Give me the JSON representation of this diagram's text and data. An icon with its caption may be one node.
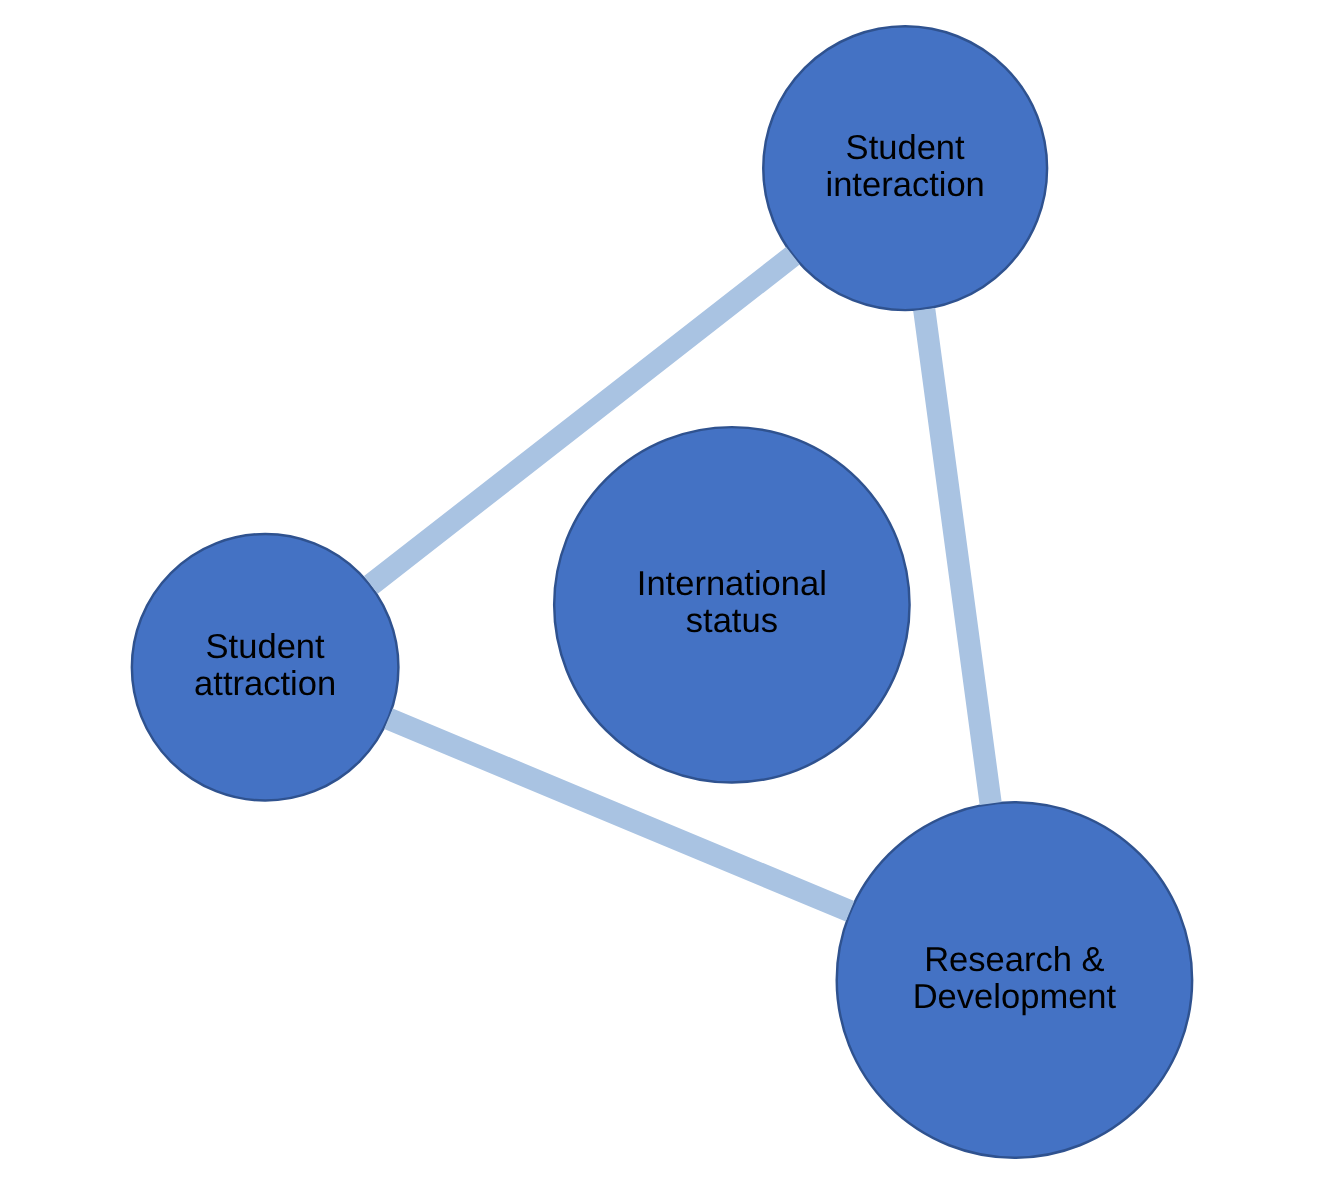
{
  "diagram": {
    "nodes": [
      {
        "text": [
          "Student attraction"
        ]
      },
      {
        "text": [
          "International status"
        ]
      },
      {
        "text": [
          "Research & Development"
        ]
      },
      {
        "text": [
          "Student interaction"
        ]
      }
    ],
    "edges": [
      {
        "from": 0,
        "to": 3,
        "arrow": "none"
      },
      {
        "from": 3,
        "to": 2,
        "arrow": "none"
      },
      {
        "from": 2,
        "to": 0,
        "arrow": "none"
      }
    ]
  }
}
